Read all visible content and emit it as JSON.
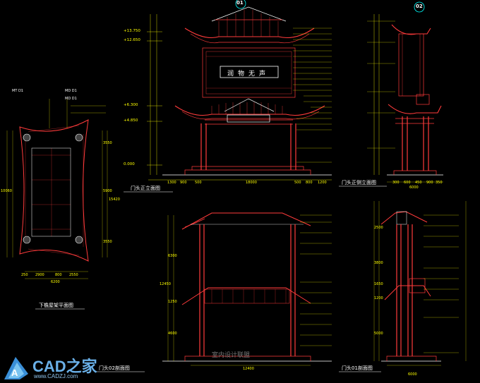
{
  "views": {
    "front_elevation": "门头正立面图",
    "side_elevation": "门头正侧立面图",
    "roof_plan": "下檐屋架平面图",
    "section_02": "门头02剖面图",
    "section_01": "门头01剖面图"
  },
  "bubbles": {
    "b1": "01",
    "b2": "02"
  },
  "levels": [
    "+13.750",
    "+12.650",
    "+6.300",
    "+4.850",
    "0.000"
  ],
  "front_dims": [
    "1300",
    "900",
    "500",
    "18000",
    "500",
    "800",
    "1200"
  ],
  "side_dims": [
    "6000",
    "300",
    "600",
    "450",
    "900",
    "350"
  ],
  "roof_dims": [
    "250",
    "2900",
    "800",
    "2550",
    "6200",
    "3550",
    "5900",
    "3550",
    "15420",
    "10060"
  ],
  "sec02_dims": [
    "12400",
    "6300",
    "4600",
    "12450",
    "1250"
  ],
  "sec01_dims": [
    "5000",
    "3800",
    "1650",
    "1200",
    "2500",
    "6000"
  ],
  "roof_labels": [
    "MT D1",
    "MD D1",
    "MD D1"
  ],
  "sign_text": "润物无声",
  "watermark": "室内设计联盟",
  "logo": {
    "name": "CAD之家",
    "url": "www.CADZJ.com",
    "mark": "A"
  },
  "colors": {
    "line": "#ff3b3b",
    "dim": "#ffff00",
    "text": "#ffffff",
    "accent": "#00ffff",
    "green": "#00ff66"
  }
}
